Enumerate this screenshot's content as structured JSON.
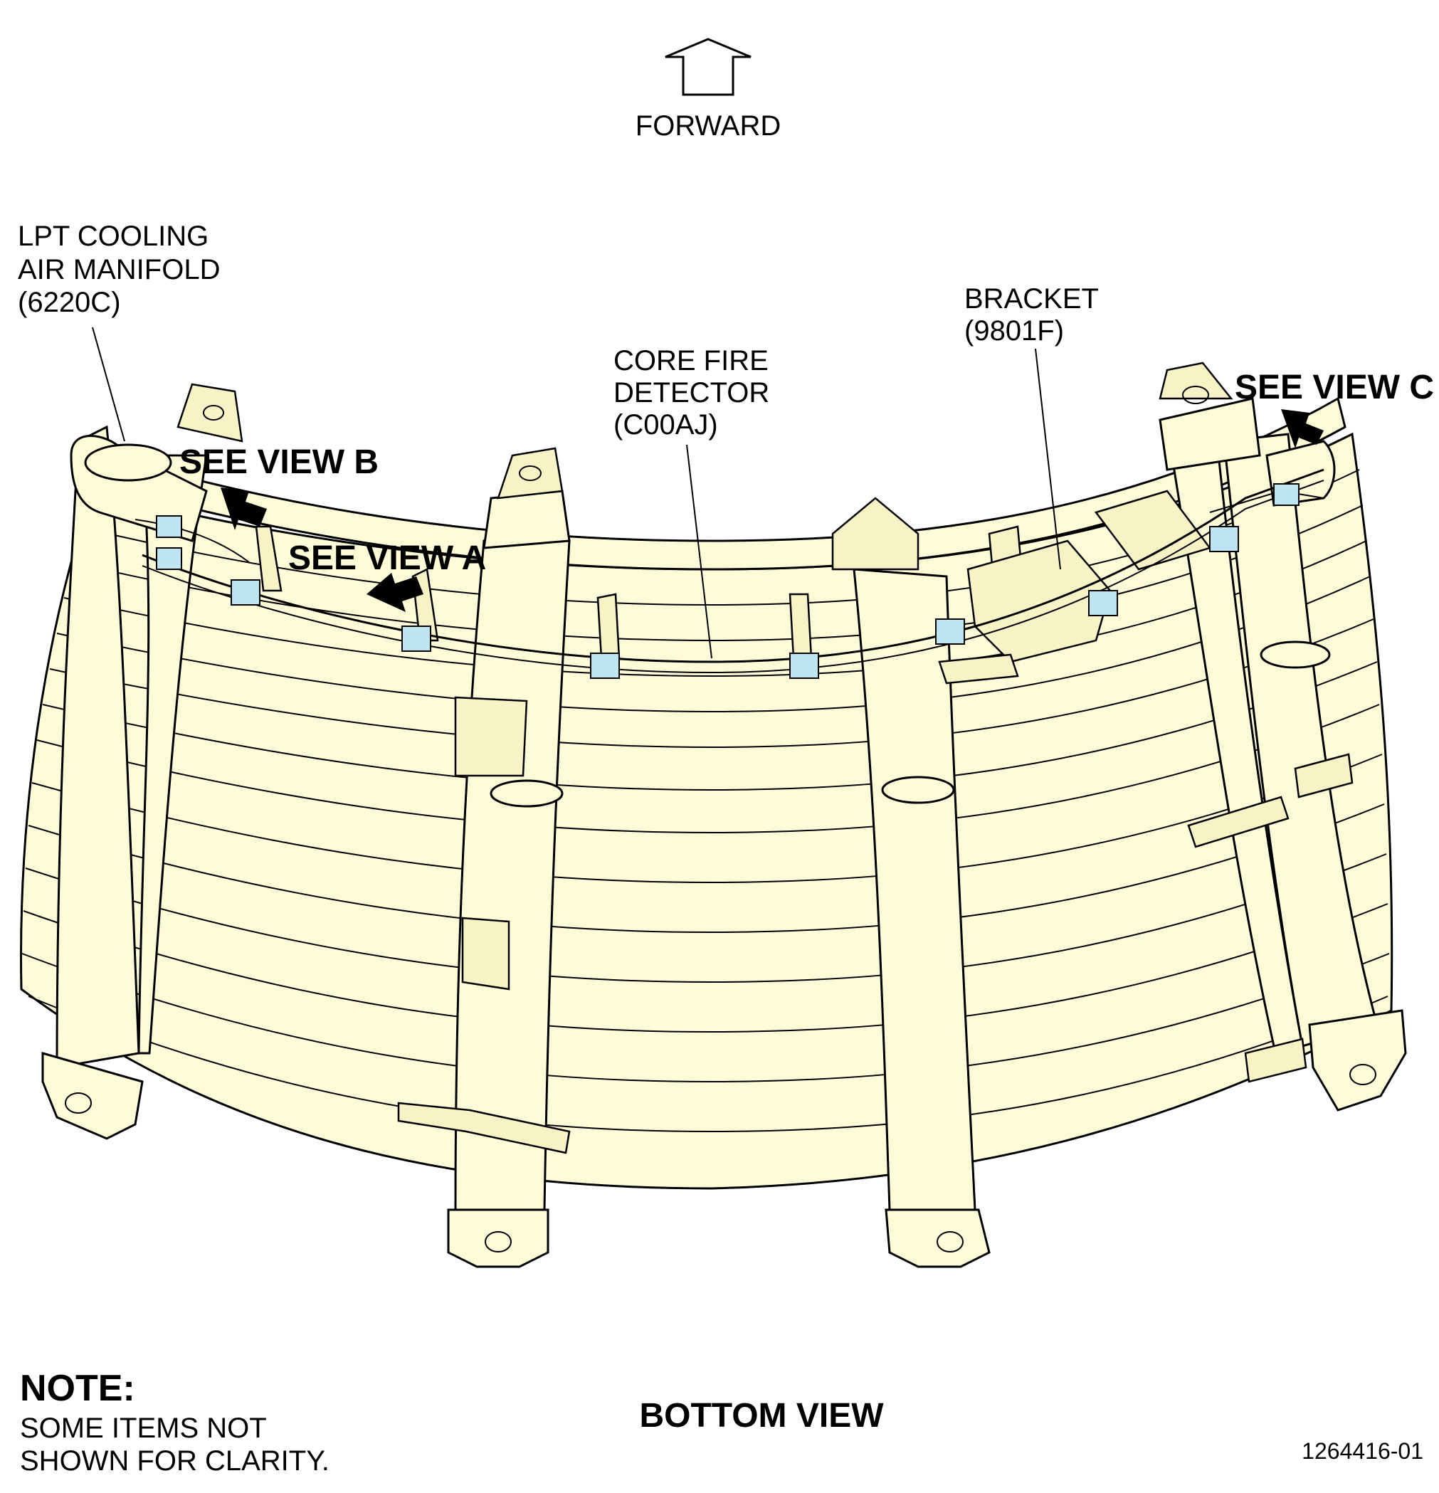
{
  "orientation": {
    "label": "FORWARD"
  },
  "callouts": {
    "lpt_manifold": {
      "line1": "LPT COOLING",
      "line2": "AIR MANIFOLD",
      "line3": "(6220C)"
    },
    "core_fire_detector": {
      "line1": "CORE FIRE",
      "line2": "DETECTOR",
      "line3": "(C00AJ)"
    },
    "bracket": {
      "line1": "BRACKET",
      "line2": "(9801F)"
    }
  },
  "view_refs": {
    "view_a": "SEE VIEW A",
    "view_b": "SEE VIEW B",
    "view_c": "SEE VIEW C"
  },
  "view_title": "BOTTOM VIEW",
  "note": {
    "heading": "NOTE:",
    "line1": "SOME ITEMS NOT",
    "line2": "SHOWN FOR CLARITY."
  },
  "figure_number": "1264416-01",
  "colors": {
    "part_fill": "#fdfbd8",
    "clamp_fill": "#bfe4f2",
    "line": "#000000"
  }
}
